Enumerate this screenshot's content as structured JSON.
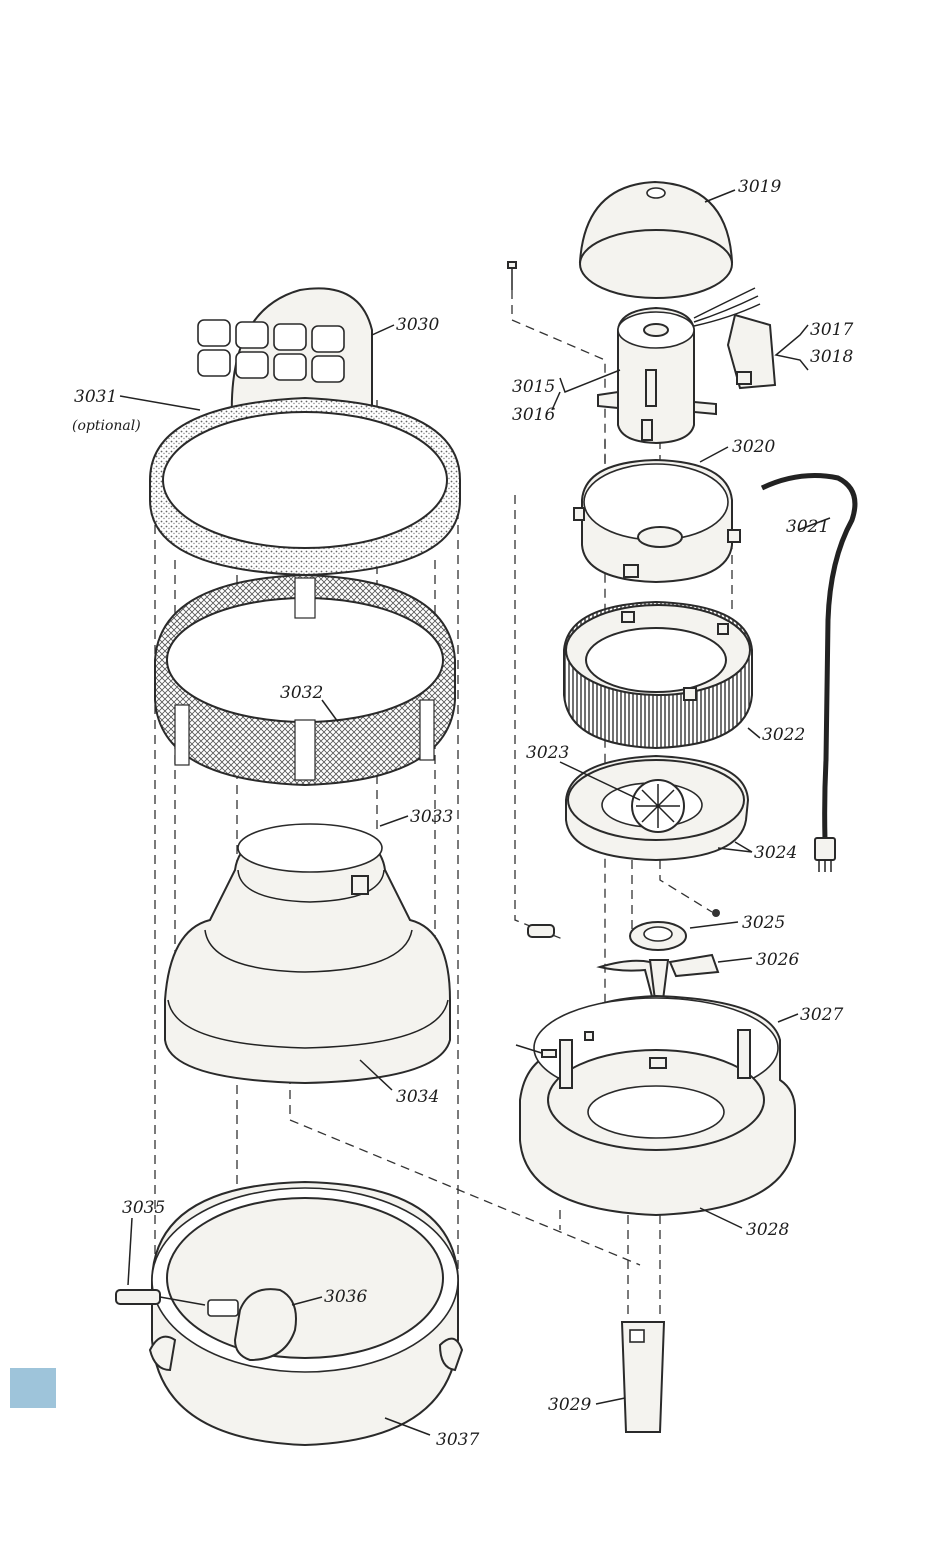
{
  "labels": {
    "p3015": "3015",
    "p3016": "3016",
    "p3017": "3017",
    "p3018": "3018",
    "p3019": "3019",
    "p3020": "3020",
    "p3021": "3021",
    "p3022": "3022",
    "p3023": "3023",
    "p3024": "3024",
    "p3025": "3025",
    "p3026": "3026",
    "p3027": "3027",
    "p3028": "3028",
    "p3029": "3029",
    "p3030": "3030",
    "p3031": "3031",
    "p3031_note": "(optional)",
    "p3032": "3032",
    "p3033": "3033",
    "p3034": "3034",
    "p3035": "3035",
    "p3036": "3036",
    "p3037": "3037"
  },
  "page_tab_color": "#9ec4da"
}
